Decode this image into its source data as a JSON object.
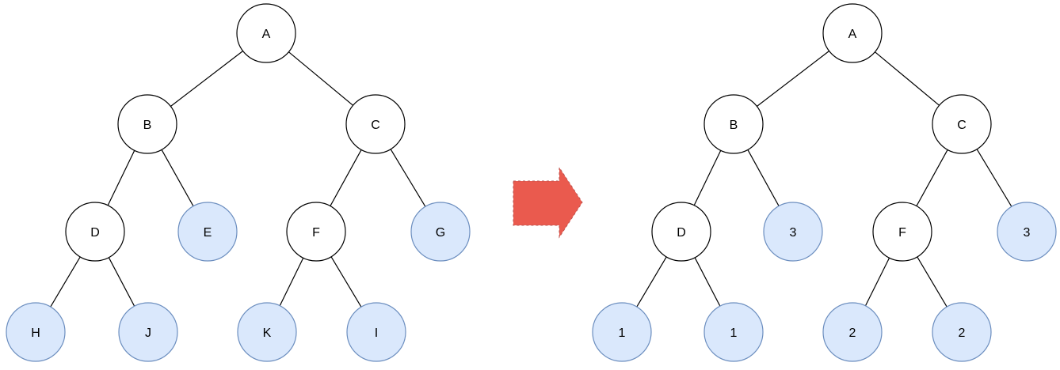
{
  "colors": {
    "internal_fill": "#ffffff",
    "internal_stroke": "#000000",
    "leaf_fill": "#dae8fc",
    "leaf_stroke": "#6c8ebf",
    "edge": "#000000",
    "arrow_fill": "#ea5a4e",
    "arrow_stroke": "#b85450"
  },
  "trees": [
    {
      "name": "original-tree",
      "nodes": [
        {
          "id": "A",
          "label": "A",
          "leaf": false
        },
        {
          "id": "B",
          "label": "B",
          "leaf": false
        },
        {
          "id": "C",
          "label": "C",
          "leaf": false
        },
        {
          "id": "D",
          "label": "D",
          "leaf": false
        },
        {
          "id": "E",
          "label": "E",
          "leaf": true
        },
        {
          "id": "F",
          "label": "F",
          "leaf": false
        },
        {
          "id": "G",
          "label": "G",
          "leaf": true
        },
        {
          "id": "H",
          "label": "H",
          "leaf": true
        },
        {
          "id": "J",
          "label": "J",
          "leaf": true
        },
        {
          "id": "K",
          "label": "K",
          "leaf": true
        },
        {
          "id": "I",
          "label": "I",
          "leaf": true
        }
      ],
      "edges": [
        [
          "A",
          "B"
        ],
        [
          "A",
          "C"
        ],
        [
          "B",
          "D"
        ],
        [
          "B",
          "E"
        ],
        [
          "C",
          "F"
        ],
        [
          "C",
          "G"
        ],
        [
          "D",
          "H"
        ],
        [
          "D",
          "J"
        ],
        [
          "F",
          "K"
        ],
        [
          "F",
          "I"
        ]
      ]
    },
    {
      "name": "transformed-tree",
      "nodes": [
        {
          "id": "A",
          "label": "A",
          "leaf": false
        },
        {
          "id": "B",
          "label": "B",
          "leaf": false
        },
        {
          "id": "C",
          "label": "C",
          "leaf": false
        },
        {
          "id": "D",
          "label": "D",
          "leaf": false
        },
        {
          "id": "E",
          "label": "3",
          "leaf": true
        },
        {
          "id": "F",
          "label": "F",
          "leaf": false
        },
        {
          "id": "G",
          "label": "3",
          "leaf": true
        },
        {
          "id": "H",
          "label": "1",
          "leaf": true
        },
        {
          "id": "J",
          "label": "1",
          "leaf": true
        },
        {
          "id": "K",
          "label": "2",
          "leaf": true
        },
        {
          "id": "I",
          "label": "2",
          "leaf": true
        }
      ],
      "edges": [
        [
          "A",
          "B"
        ],
        [
          "A",
          "C"
        ],
        [
          "B",
          "D"
        ],
        [
          "B",
          "E"
        ],
        [
          "C",
          "F"
        ],
        [
          "C",
          "G"
        ],
        [
          "D",
          "H"
        ],
        [
          "D",
          "J"
        ],
        [
          "F",
          "K"
        ],
        [
          "F",
          "I"
        ]
      ]
    }
  ],
  "arrow_icon": "right-arrow"
}
